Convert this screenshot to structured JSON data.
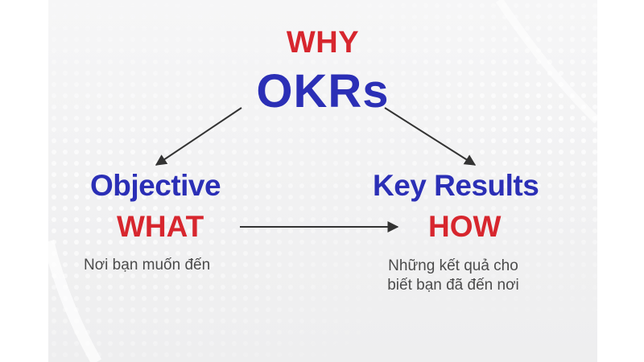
{
  "top": {
    "label": "WHY",
    "title": "OKRs"
  },
  "left": {
    "title": "Objective",
    "label": "WHAT",
    "description": "Nơi bạn muốn đến"
  },
  "right": {
    "title": "Key Results",
    "label": "HOW",
    "description": "Những kết quả cho biết bạn đã đến nơi"
  },
  "colors": {
    "red_accent": "#d7262e",
    "blue_accent": "#2b2fb6",
    "text_gray": "#4b4b4b",
    "arrow": "#333333",
    "panel_background": "#f2f2f3"
  }
}
